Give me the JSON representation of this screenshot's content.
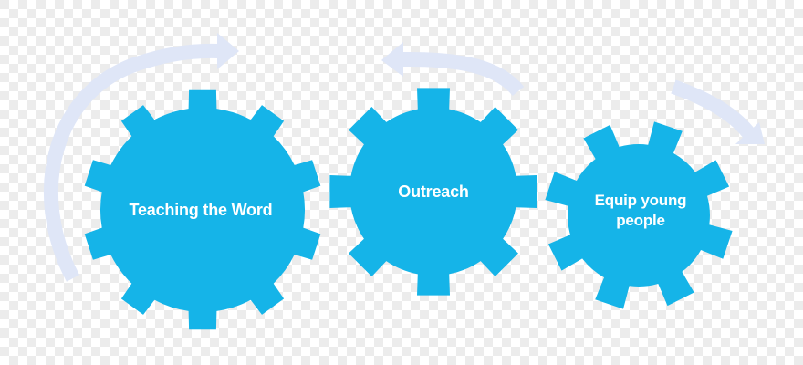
{
  "colors": {
    "gear": "#15b4e8",
    "arrow": "#dfe6f7",
    "label": "#ffffff"
  },
  "gears": [
    {
      "label": "Teaching the Word"
    },
    {
      "label": "Outreach"
    },
    {
      "label": "Equip young\npeople",
      "label_lines": [
        "Equip young",
        "people"
      ]
    }
  ]
}
